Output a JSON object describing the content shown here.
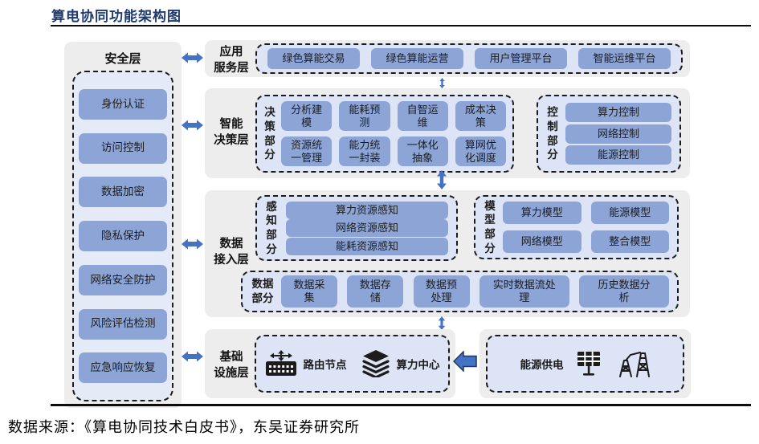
{
  "title": "算电协同功能架构图",
  "source": "数据来源：《算电协同技术白皮书》，东吴证券研究所",
  "security": {
    "label": "安全层",
    "items": [
      "身份认证",
      "访问控制",
      "数据加密",
      "隐私保护",
      "网络安全防护",
      "风险评估检测",
      "应急响应恢复"
    ]
  },
  "app_layer": {
    "label": "应用\n服务层",
    "items": [
      "绿色算能交易",
      "绿色算能运营",
      "用户管理平台",
      "智能运维平台"
    ]
  },
  "decision_layer": {
    "label": "智能\n决策层",
    "decision_part": {
      "label": "决策部分",
      "items": [
        "分析建模",
        "能耗预测",
        "自智运维",
        "成本决策",
        "资源统一管理",
        "能力统一封装",
        "一体化抽象",
        "算网优化调度"
      ]
    },
    "control_part": {
      "label": "控制部分",
      "items": [
        "算力控制",
        "网络控制",
        "能源控制"
      ]
    }
  },
  "data_layer": {
    "label": "数据\n接入层",
    "sense_part": {
      "label": "感知部分",
      "items": [
        "算力资源感知",
        "网络资源感知",
        "能耗资源感知"
      ]
    },
    "model_part": {
      "label": "模型部分",
      "items": [
        "算力模型",
        "能源模型",
        "网络模型",
        "整合模型"
      ]
    },
    "data_part": {
      "label": "数据部分",
      "items": [
        "数据采集",
        "数据存储",
        "数据预处理",
        "实时数据流处理",
        "历史数据分析"
      ]
    }
  },
  "infra_layer": {
    "label": "基础\n设施层",
    "router_label": "路由节点",
    "compute_label": "算力中心",
    "energy_label": "能源供电"
  },
  "colors": {
    "accent_blue": "#4472c4",
    "button_blue": "#8ca4d6",
    "panel_gray": "#ededee",
    "dashed_fill": "#dde4f5",
    "title_navy": "#1e3a6e"
  }
}
